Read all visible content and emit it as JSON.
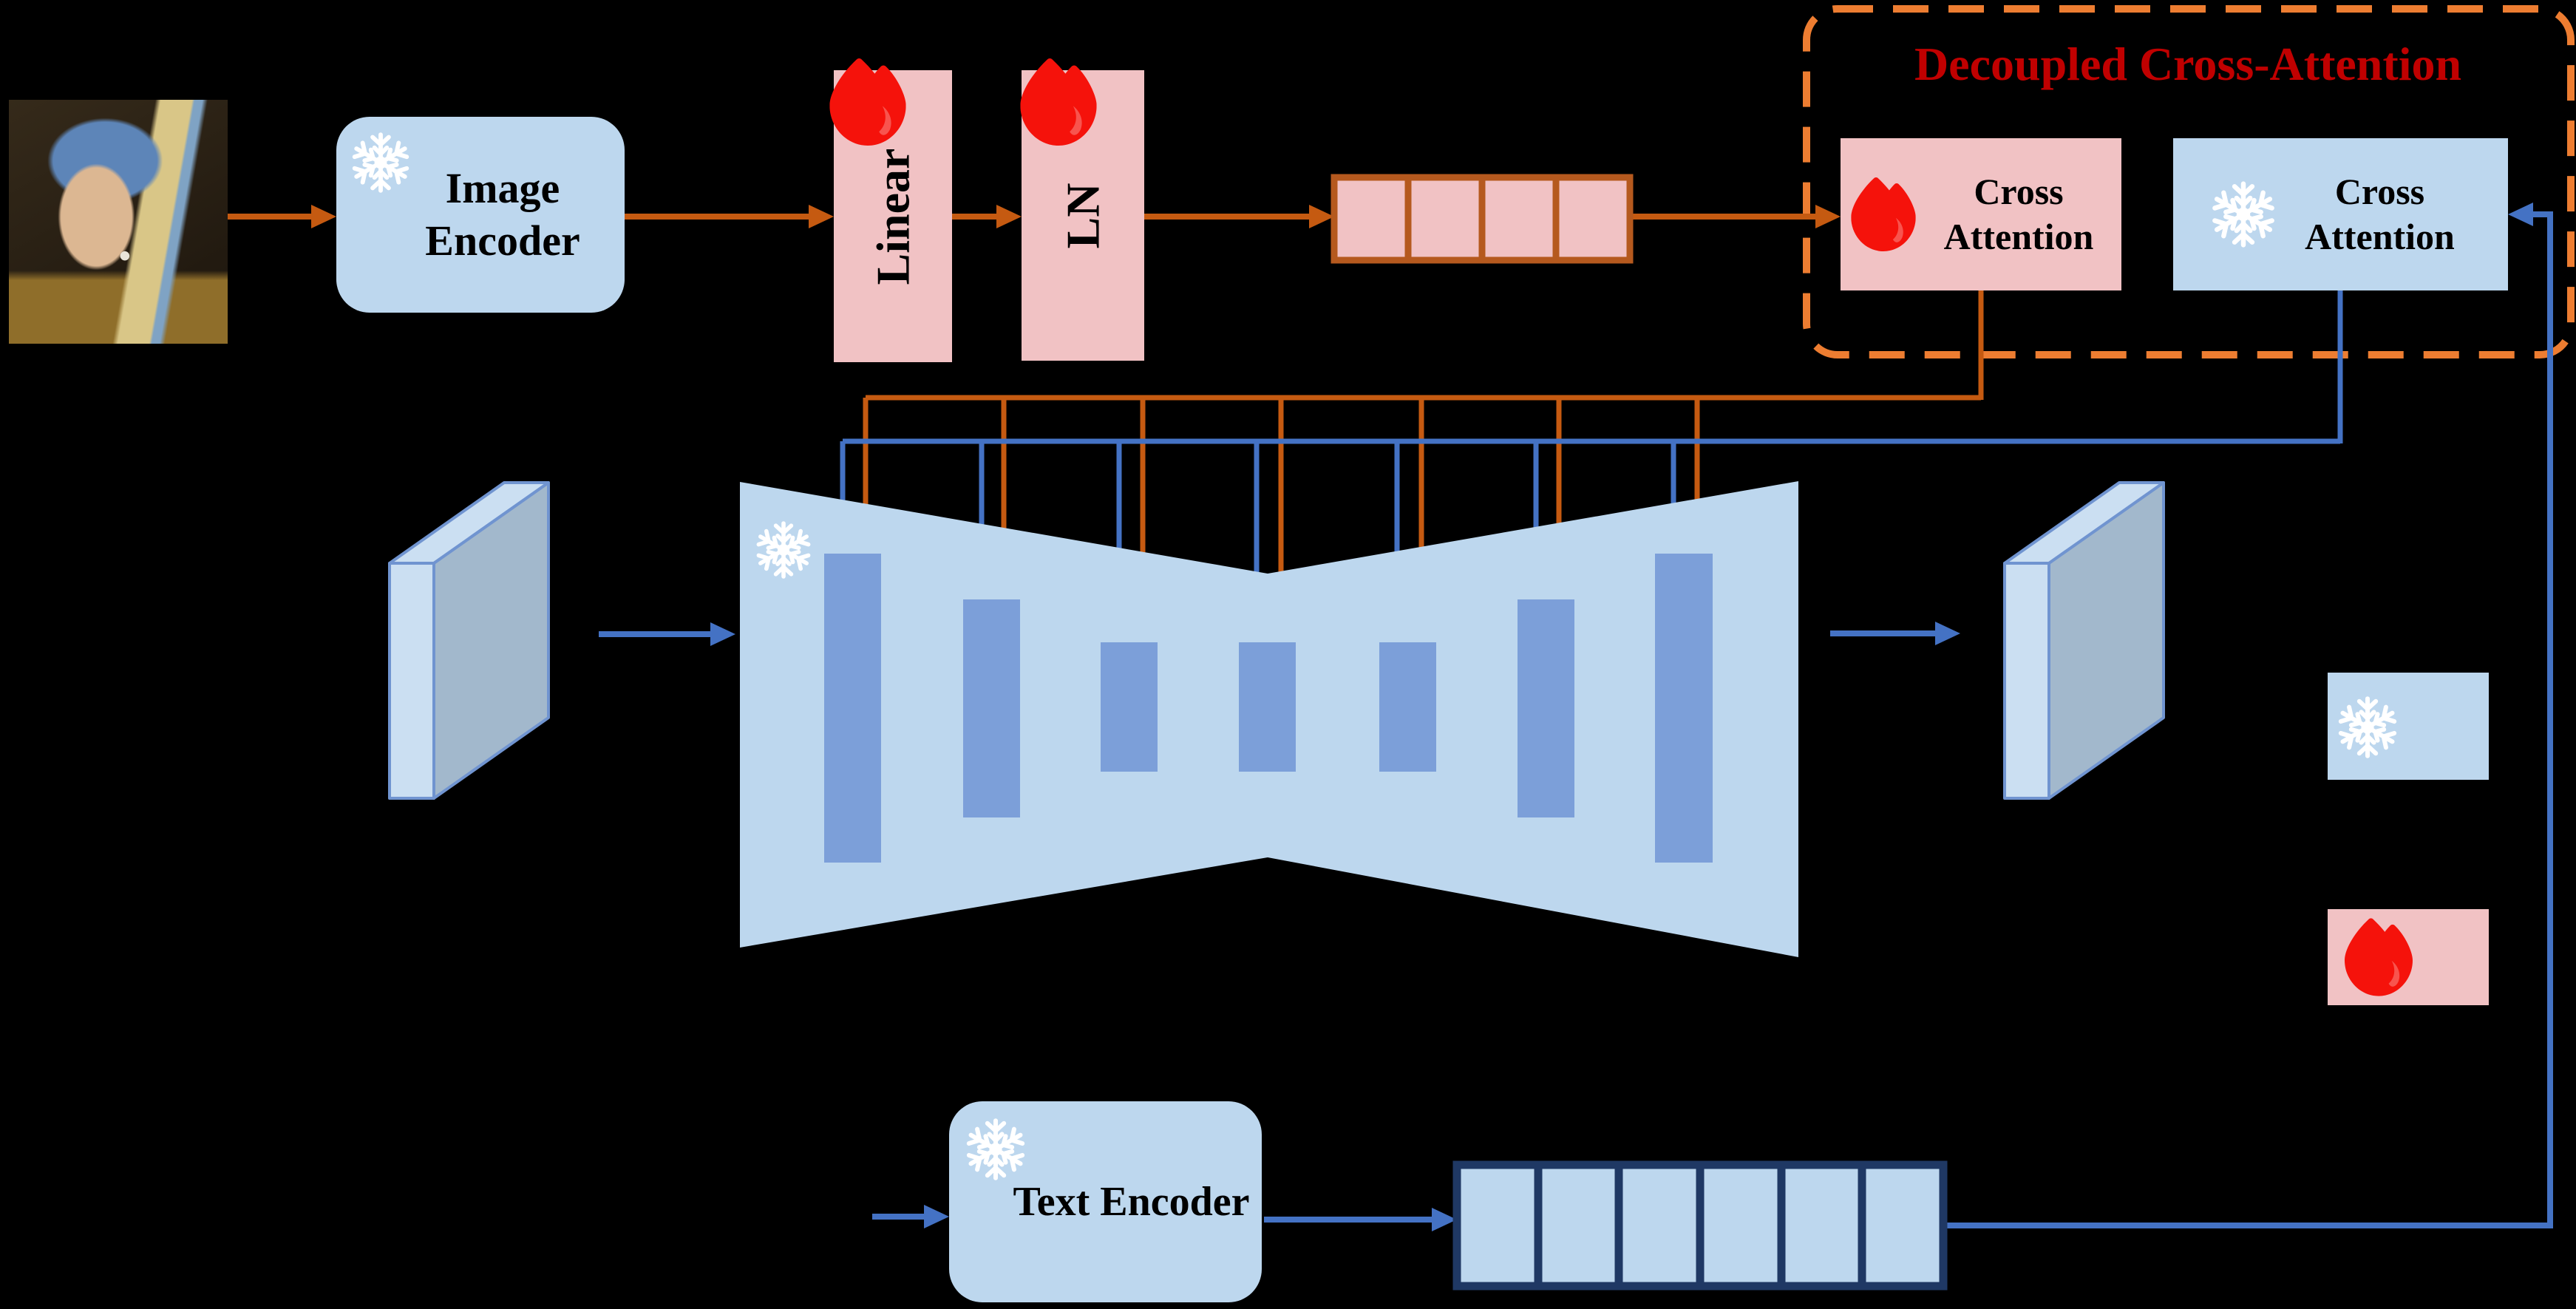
{
  "diagram": {
    "title_area": {
      "decoupled_cross_attention_title": "Decoupled Cross-Attention",
      "title_color": "#C00000"
    },
    "image_branch": {
      "input_image": "Girl with a Pearl Earring painting (input image)",
      "image_encoder": {
        "label": "Image Encoder",
        "icon": "snowflake-frozen"
      },
      "linear": {
        "label": "Linear",
        "icon": "fire-trainable"
      },
      "layer_norm": {
        "label": "LN",
        "icon": "fire-trainable"
      },
      "image_tokens": {
        "count": 4,
        "fill": "#F1C2C4",
        "border": "#B5591E"
      },
      "cross_attention": {
        "label": "Cross Attention",
        "icon": "fire-trainable",
        "fill": "#F1C2C4"
      }
    },
    "text_branch": {
      "text_encoder": {
        "label": "Text Encoder",
        "icon": "snowflake-frozen"
      },
      "text_tokens": {
        "count": 6,
        "fill": "#BDD7EE",
        "border": "#1F3864"
      },
      "cross_attention": {
        "label": "Cross Attention",
        "icon": "snowflake-frozen",
        "fill": "#BDD7EE"
      }
    },
    "unet": {
      "icon": "snowflake-frozen",
      "feature_blocks": 7,
      "injection_arrow_pairs": 7
    },
    "legend": {
      "frozen_box": {
        "icon": "snowflake-frozen",
        "fill": "#BDD7EE"
      },
      "trainable_box": {
        "icon": "fire-trainable",
        "fill": "#F1C2C4"
      }
    },
    "colors": {
      "background": "#000000",
      "light_blue_fill": "#BDD7EE",
      "pink_fill": "#F1C2C4",
      "orange_arrow": "#C55A11",
      "dashed_border_orange": "#ED7D31",
      "blue_arrow": "#4472C4",
      "unet_bar_blue": "#7C9FD9",
      "token_border_navy": "#1F3864",
      "token_border_orange": "#B5591E",
      "title_red": "#C00000",
      "flame_red": "#F5120B",
      "snowflake_white": "#FFFFFF"
    }
  }
}
